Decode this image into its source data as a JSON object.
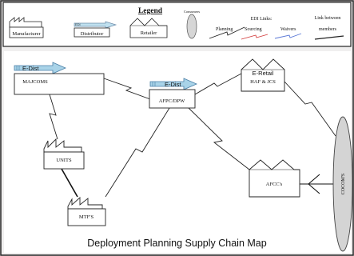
{
  "legend": {
    "title": "Legend",
    "manufacturer": "Manufacturer",
    "distributor": "Distributor",
    "retailer": "Retailer",
    "consumers": "Consumers",
    "planning": "Planning",
    "edi_links": "EDI Links:",
    "sourcing": "Sourcing",
    "waivers": "Waivers",
    "link_between": "Link between",
    "members": "members",
    "colors": {
      "sourcing": "#d23a3a",
      "waivers": "#5a78d6"
    }
  },
  "nodes": {
    "majcoms": {
      "label": "MAJCOMS",
      "tag": "E-Dist"
    },
    "afpc": {
      "label": "AFPC/DPW",
      "tag": "E-Dist"
    },
    "haf": {
      "label": "HAF & JCS",
      "title": "E-Retail"
    },
    "units": {
      "label": "UNITS"
    },
    "mtf": {
      "label": "MTF'S"
    },
    "afcc": {
      "label": "AFCC's"
    },
    "cocom": {
      "label": "COCOM'S"
    }
  },
  "caption": "Deployment Planning Supply Chain Map",
  "colors": {
    "tag_fill": "#a9d3e8",
    "box_stroke": "#222222"
  }
}
